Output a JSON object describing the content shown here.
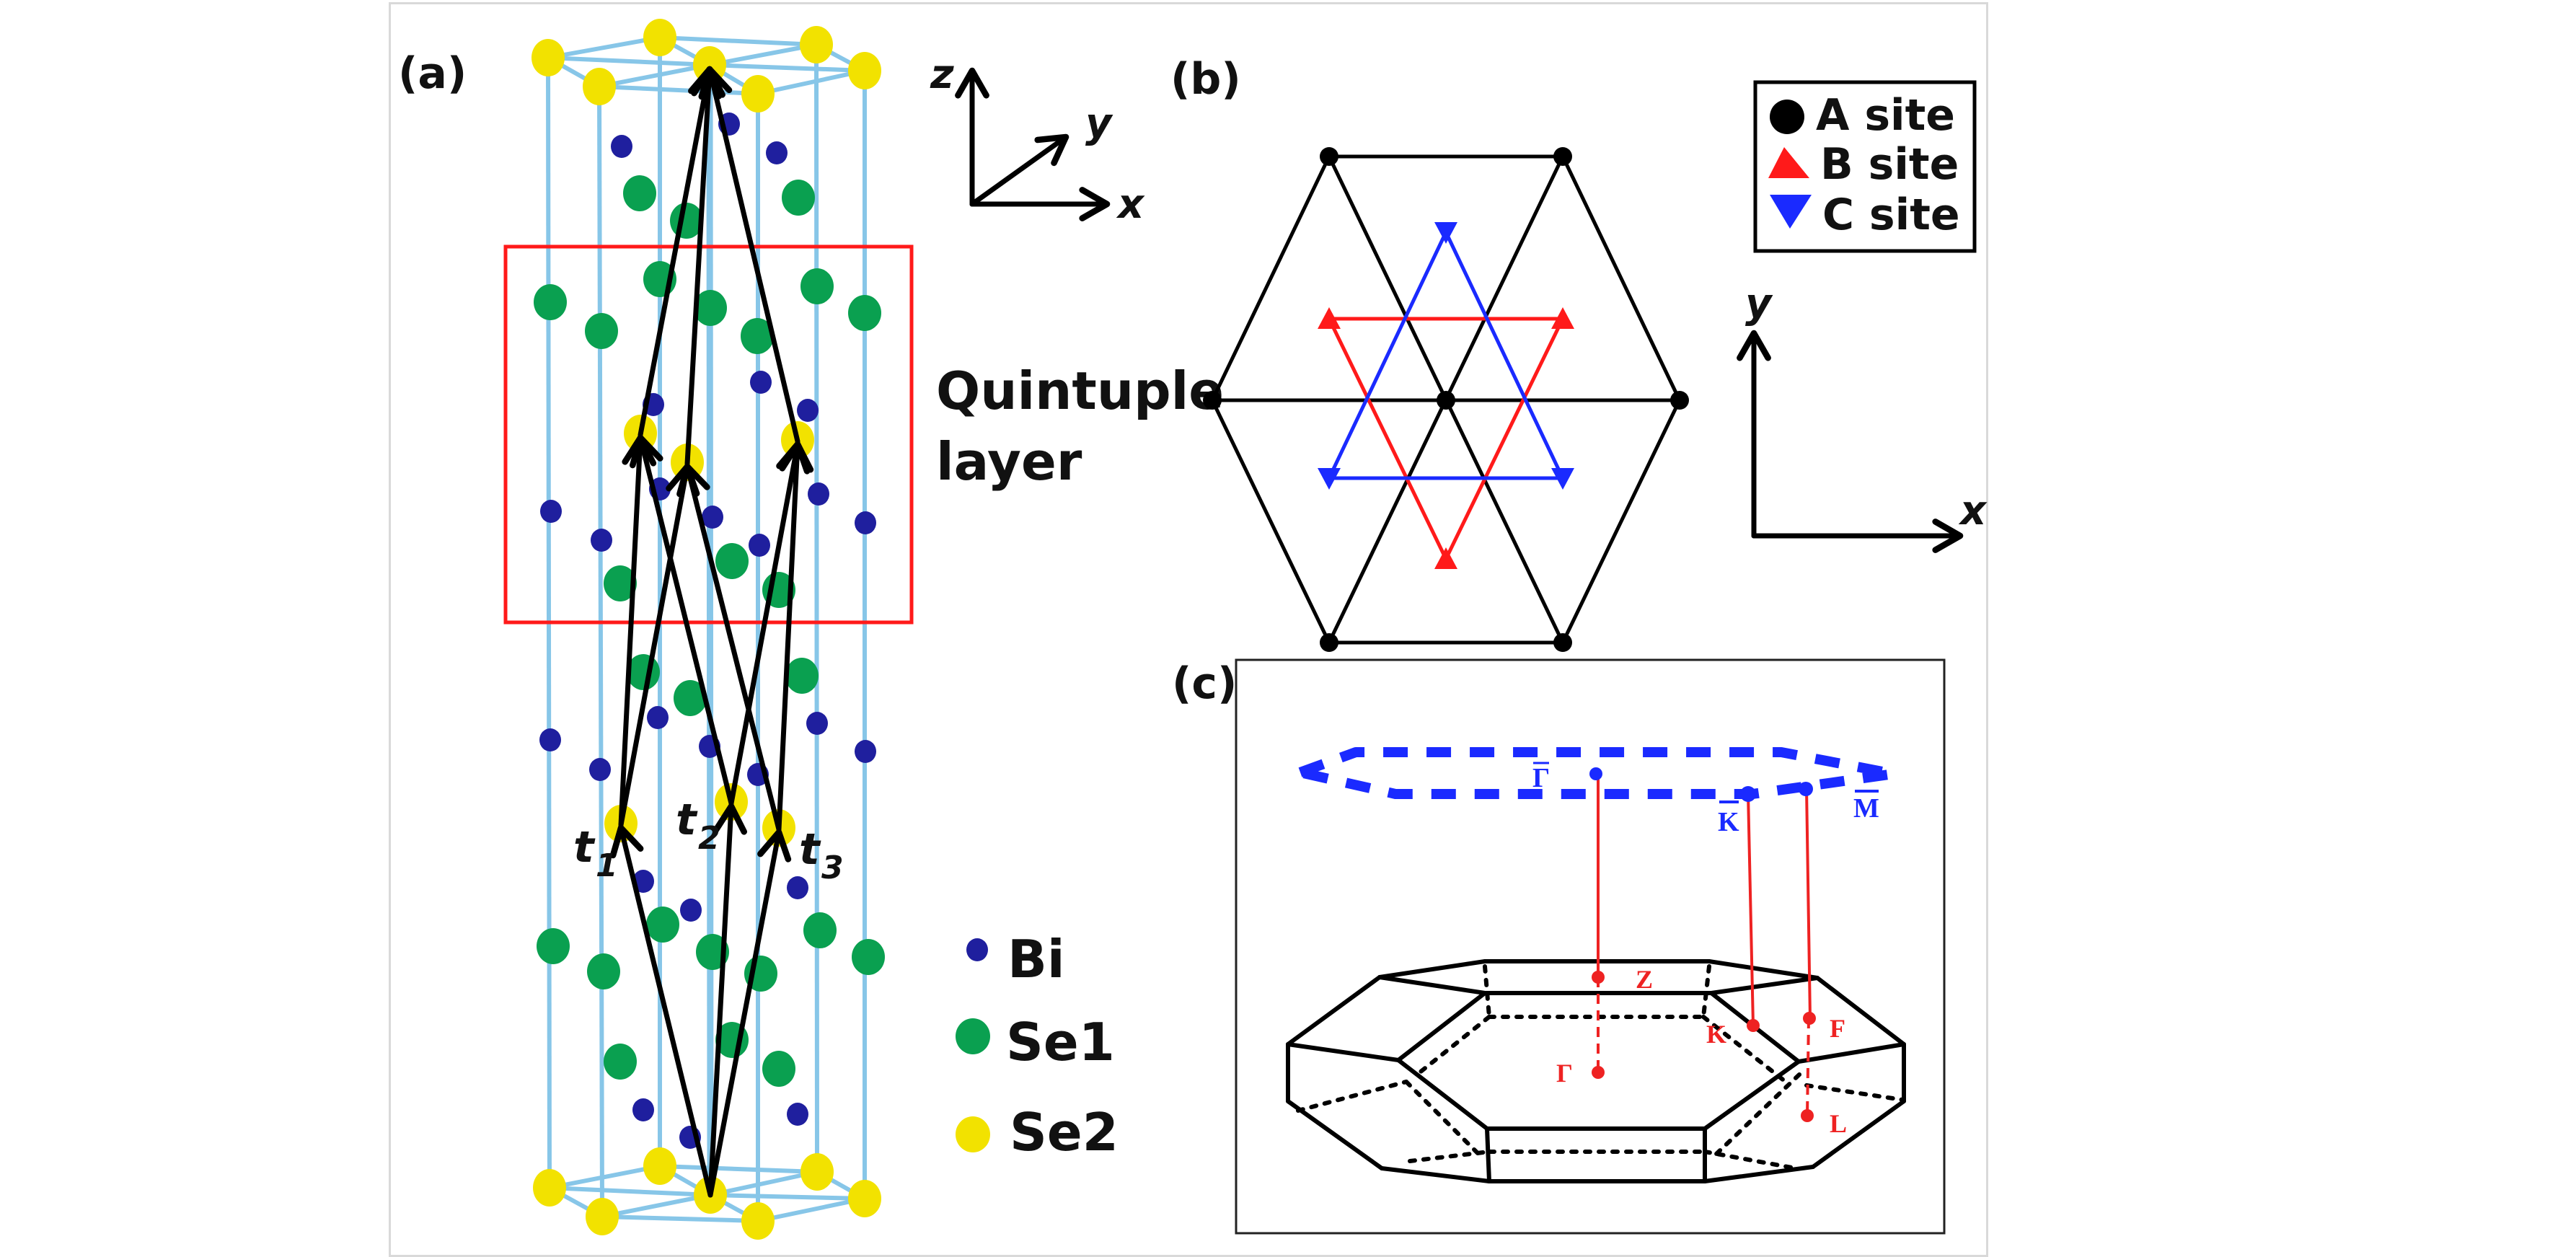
{
  "figure": {
    "panels": {
      "a": {
        "label": "(a)",
        "axes": {
          "z": "z",
          "y": "y",
          "x": "x"
        },
        "annotation": [
          "Quintuple",
          "layer"
        ],
        "hopping_labels": [
          {
            "base": "t",
            "sub": "1"
          },
          {
            "base": "t",
            "sub": "2"
          },
          {
            "base": "t",
            "sub": "3"
          }
        ],
        "legend": [
          {
            "name": "Bi",
            "color": "#1f1f9e"
          },
          {
            "name": "Se1",
            "color": "#0aa050"
          },
          {
            "name": "Se2",
            "color": "#f2e200"
          }
        ],
        "bond_color": "#87c6e8",
        "highlight_color": "#ff1a1a"
      },
      "b": {
        "label": "(b)",
        "legend": [
          {
            "name": "A site",
            "color": "#000000",
            "marker": "circle"
          },
          {
            "name": "B site",
            "color": "#ff1a1a",
            "marker": "triangle-up"
          },
          {
            "name": "C site",
            "color": "#1a2aff",
            "marker": "triangle-down"
          }
        ],
        "axes": {
          "y": "y",
          "x": "x"
        }
      },
      "c": {
        "label": "(c)",
        "surface_points": [
          {
            "name": "Γ",
            "bar": true
          },
          {
            "name": "K",
            "bar": true
          },
          {
            "name": "M",
            "bar": true
          }
        ],
        "bulk_points": [
          "Z",
          "Γ",
          "K",
          "F",
          "L"
        ],
        "surface_color": "#1a2aff",
        "projection_color": "#ee2222"
      }
    }
  }
}
